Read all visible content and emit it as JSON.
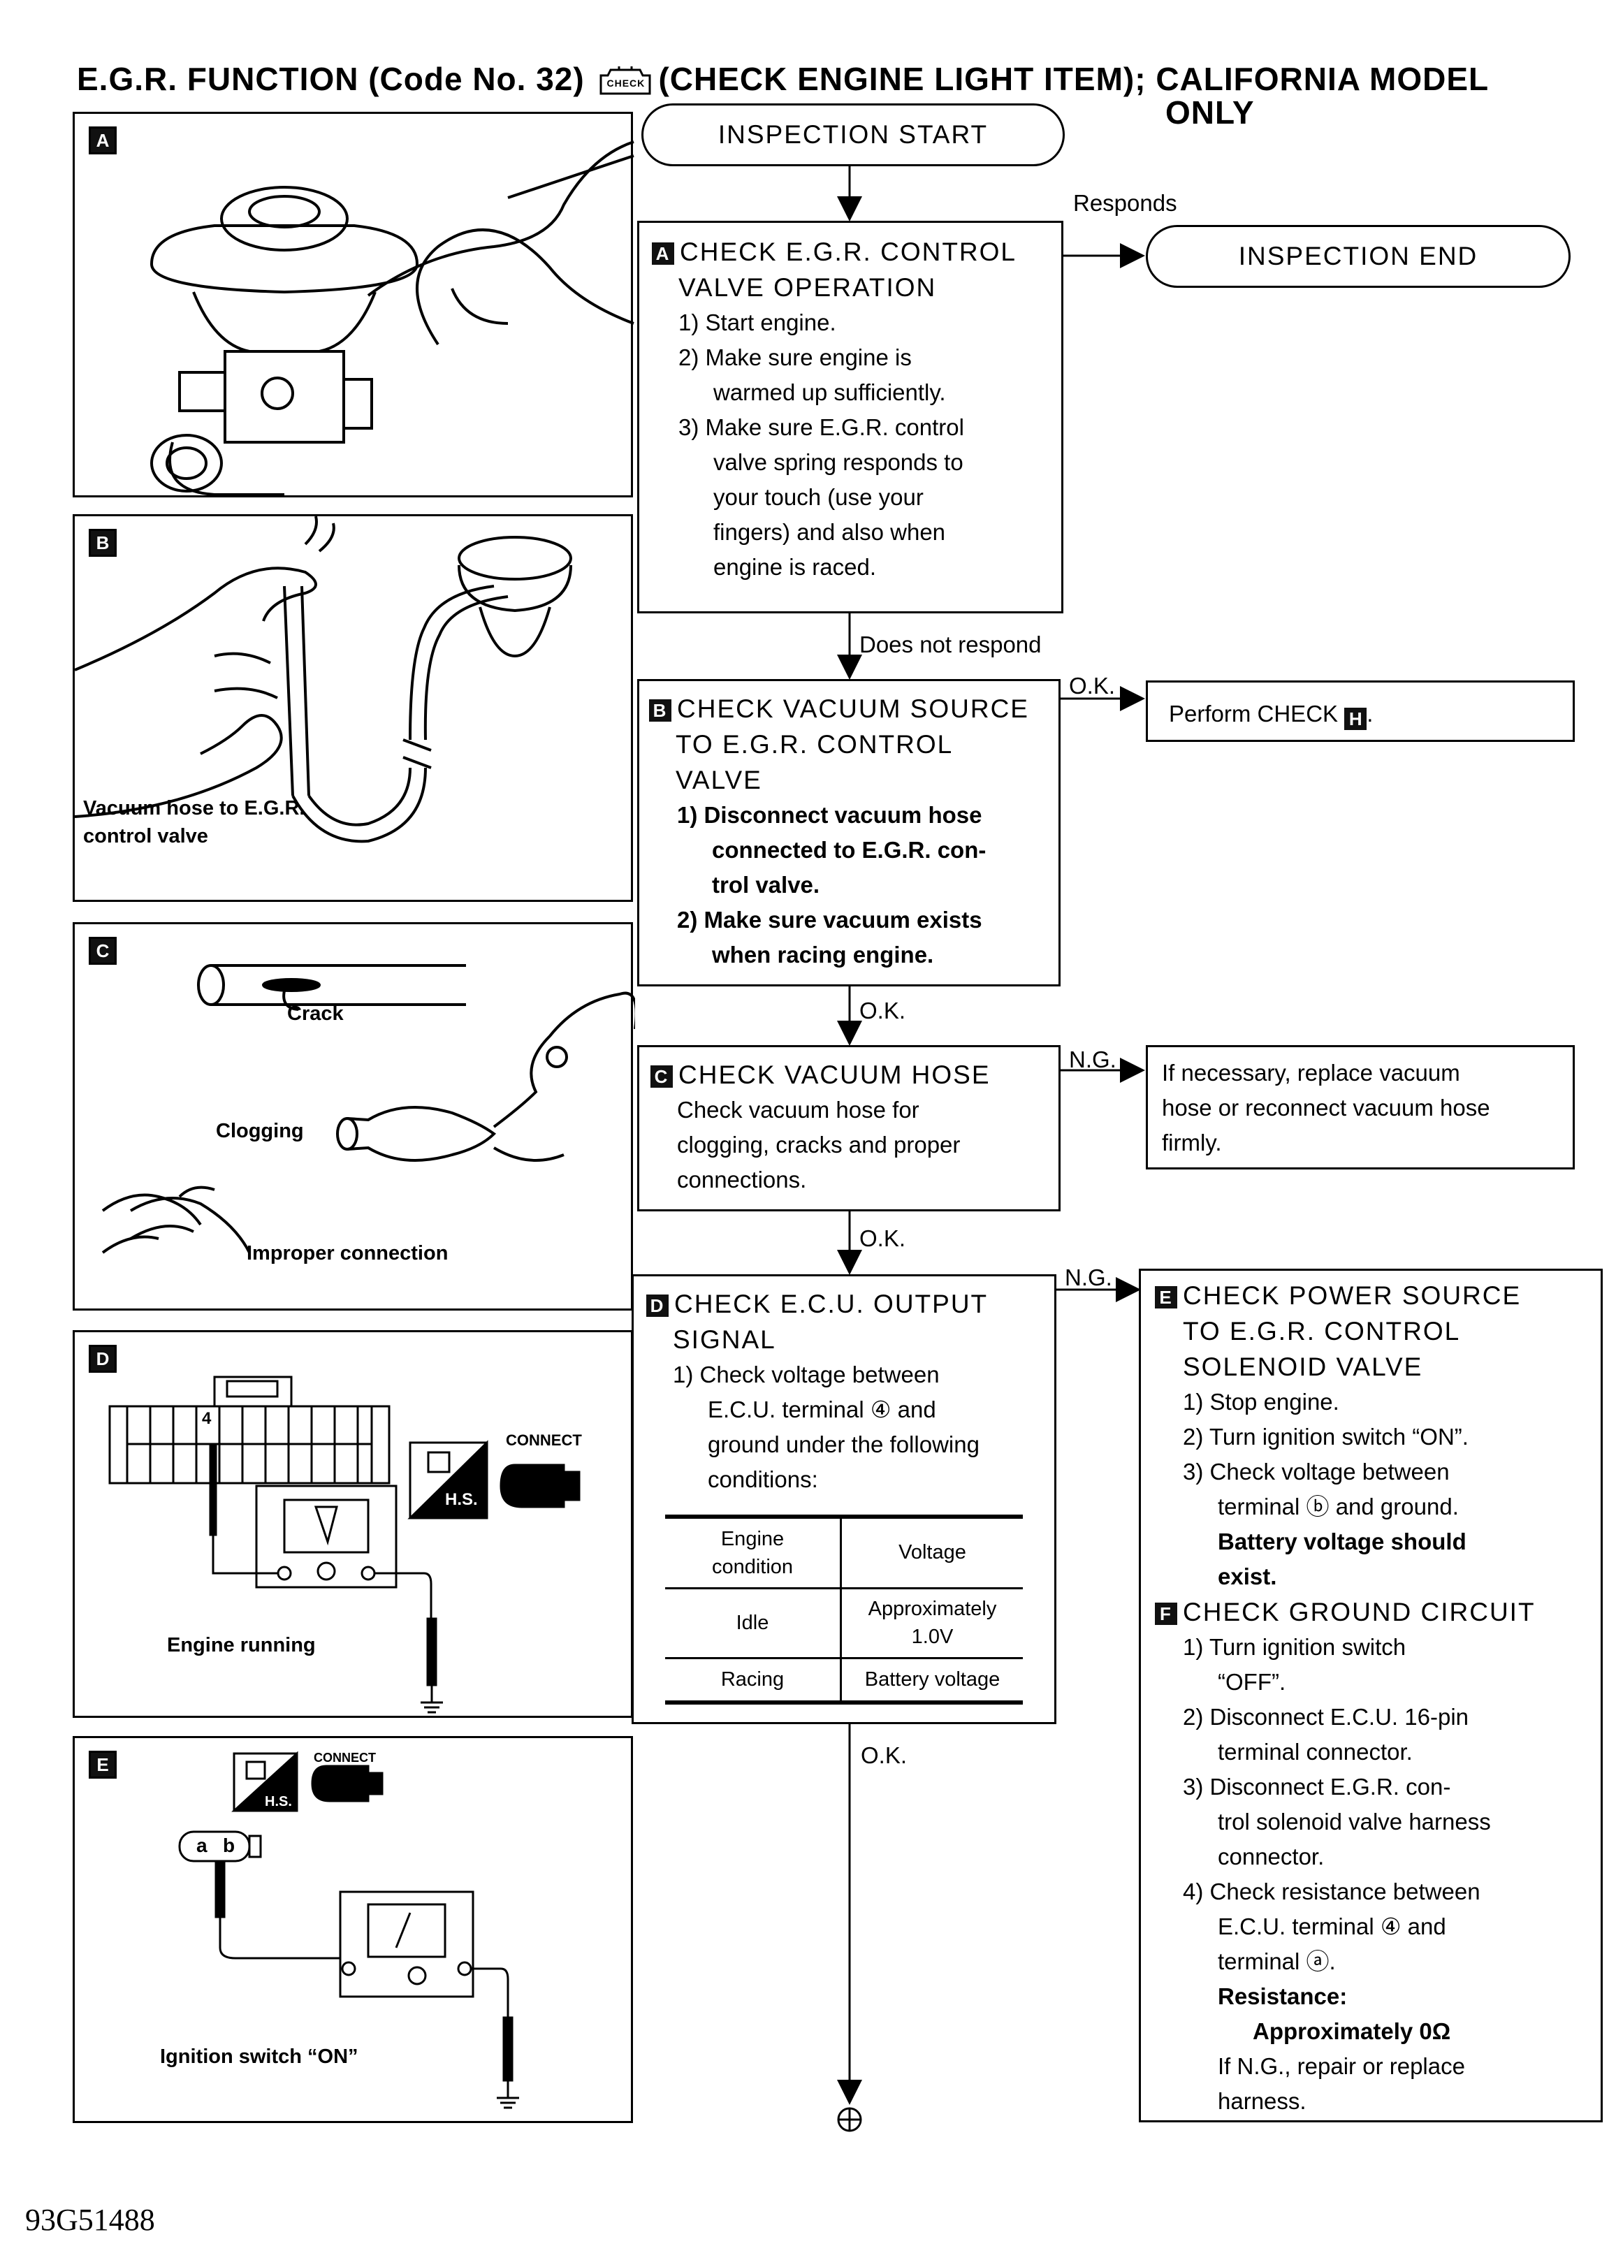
{
  "title": {
    "line1": "E.G.R. FUNCTION (Code No. 32) ",
    "line1b": "(CHECK ENGINE LIGHT ITEM); CALIFORNIA MODEL",
    "line2": "ONLY",
    "check_icon_text": "CHECK"
  },
  "panels": {
    "A": {
      "tag": "A"
    },
    "B": {
      "tag": "B",
      "caption": "Vacuum hose to E.G.R.\ncontrol valve"
    },
    "C": {
      "tag": "C",
      "crack": "Crack",
      "clogging": "Clogging",
      "improper": "Improper connection"
    },
    "D": {
      "tag": "D",
      "terminal": "4",
      "caption": "Engine running",
      "hs": "H.S.",
      "connect": "CONNECT"
    },
    "E": {
      "tag": "E",
      "caption": "Ignition switch “ON”",
      "hs": "H.S.",
      "connect": "CONNECT",
      "terminal_a": "a",
      "terminal_b": "b"
    }
  },
  "flow": {
    "start": "INSPECTION START",
    "end": "INSPECTION END",
    "responds": "Responds",
    "does_not_respond": "Does not respond",
    "ok1": "O.K.",
    "ok2": "O.K.",
    "ok3": "O.K.",
    "ok4": "O.K.",
    "ng1": "N.G.",
    "ng2": "N.G.",
    "boxA": {
      "tag": "A",
      "title1": "CHECK E.G.R. CONTROL",
      "title2": "VALVE OPERATION",
      "steps": [
        "1) Start engine.",
        "2) Make sure engine is",
        "warmed up sufficiently.",
        "3) Make sure E.G.R. control",
        "valve spring responds to",
        "your touch (use your",
        "fingers) and also when",
        "engine is raced."
      ]
    },
    "boxB": {
      "tag": "B",
      "title1": "CHECK VACUUM SOURCE",
      "title2": "TO E.G.R. CONTROL",
      "title3": "VALVE",
      "steps": [
        "1) Disconnect vacuum hose",
        "connected to E.G.R. con-",
        "trol valve.",
        "2) Make sure vacuum exists",
        "when racing engine."
      ]
    },
    "performH": {
      "text": "Perform CHECK ",
      "tag": "H",
      "end": "."
    },
    "boxC": {
      "tag": "C",
      "title": "CHECK VACUUM HOSE",
      "lines": [
        "Check vacuum hose for",
        "clogging, cracks and proper",
        "connections."
      ]
    },
    "replace": {
      "lines": [
        "If necessary, replace vacuum",
        "hose or reconnect vacuum hose",
        "firmly."
      ]
    },
    "boxD": {
      "tag": "D",
      "title1": "CHECK E.C.U. OUTPUT",
      "title2": "SIGNAL",
      "steps": [
        "1) Check voltage between",
        "E.C.U. terminal ④ and",
        "ground under the following",
        "conditions:"
      ],
      "table": {
        "headers": [
          "Engine\ncondition",
          "Voltage"
        ],
        "rows": [
          [
            "Idle",
            "Approximately\n1.0V"
          ],
          [
            "Racing",
            "Battery voltage"
          ]
        ]
      }
    },
    "boxEF": {
      "tagE": "E",
      "titleE1": "CHECK POWER SOURCE",
      "titleE2": "TO E.G.R. CONTROL",
      "titleE3": "SOLENOID VALVE",
      "stepsE": [
        "1) Stop engine.",
        "2) Turn ignition switch “ON”.",
        "3) Check voltage between",
        "terminal ⓑ and ground."
      ],
      "boldE": [
        "Battery voltage should",
        "exist."
      ],
      "tagF": "F",
      "titleF": "CHECK GROUND CIRCUIT",
      "stepsF": [
        "1) Turn ignition switch",
        "“OFF”.",
        "2) Disconnect E.C.U. 16-pin",
        "terminal connector.",
        "3) Disconnect E.G.R. con-",
        "trol solenoid valve harness",
        "connector.",
        "4) Check resistance between",
        "E.C.U. terminal ④ and",
        "terminal ⓐ."
      ],
      "resistance_label": "Resistance:",
      "resistance_value": "Approximately 0Ω",
      "final": [
        "If N.G., repair or replace",
        "harness."
      ]
    }
  },
  "figure_id": "93G51488"
}
